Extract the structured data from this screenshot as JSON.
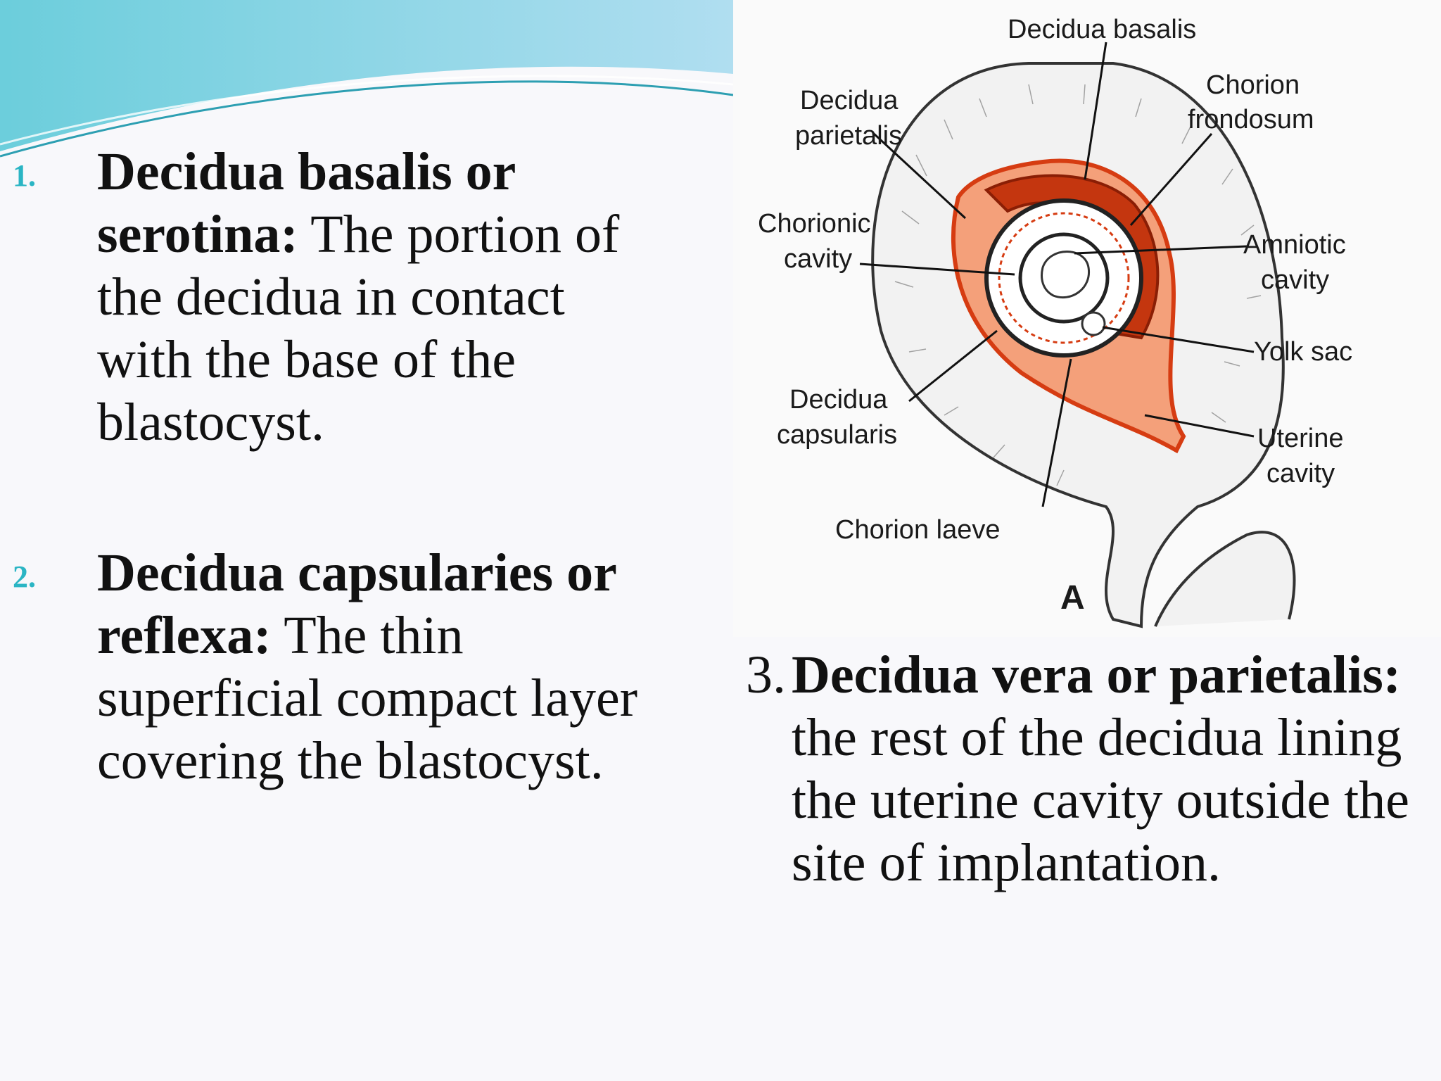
{
  "items": [
    {
      "number": "1.",
      "term": "Decidua basalis or serotina:",
      "definition": " The portion of the decidua in contact with the base of the blastocyst."
    },
    {
      "number": "2.",
      "term": "Decidua capsularies or reflexa:",
      "definition": " The thin superficial compact layer covering the blastocyst."
    },
    {
      "number": "3.",
      "term": "Decidua vera or parietalis:",
      "definition": " the rest of the decidua lining the uterine cavity outside the site of implantation."
    }
  ],
  "figure": {
    "panel_letter": "A",
    "labels": {
      "decidua_basalis": "Decidua basalis",
      "decidua_parietalis_1": "Decidua",
      "decidua_parietalis_2": "parietalis",
      "chorion_frondosum_1": "Chorion",
      "chorion_frondosum_2": "frondosum",
      "chorionic_cavity_1": "Chorionic",
      "chorionic_cavity_2": "cavity",
      "amniotic_cavity_1": "Amniotic",
      "amniotic_cavity_2": "cavity",
      "yolk_sac": "Yolk sac",
      "decidua_capsularis_1": "Decidua",
      "decidua_capsularis_2": "capsularis",
      "uterine_cavity_1": "Uterine",
      "uterine_cavity_2": "cavity",
      "chorion_laeve": "Chorion laeve"
    }
  },
  "colors": {
    "bullet": "#2bb5c4",
    "decidua_red": "#d63c12",
    "wave_blue": "#8fd0e6"
  }
}
